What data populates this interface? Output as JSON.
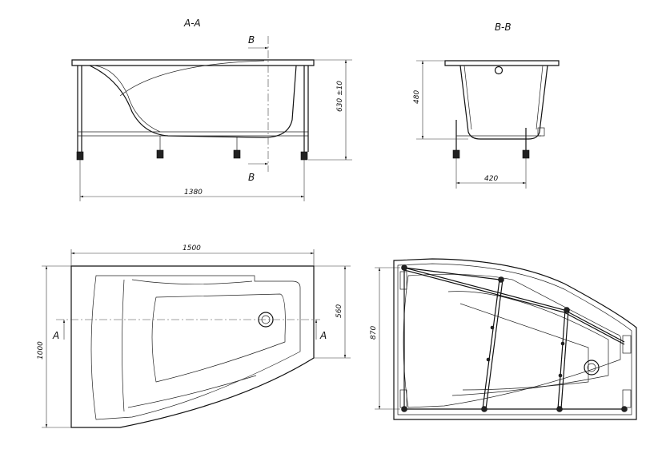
{
  "views": {
    "section_aa": {
      "title": "A-A",
      "width": "1380",
      "height": "630 ±10",
      "cut_label_top": "B",
      "cut_label_bottom": "B"
    },
    "section_bb": {
      "title": "B-B",
      "depth": "480",
      "width": "420"
    },
    "plan": {
      "overall_length": "1500",
      "overall_width": "1000",
      "narrow_end": "560",
      "cut_label_left": "A",
      "cut_label_right": "A"
    },
    "frame": {
      "frame_width": "870"
    }
  }
}
